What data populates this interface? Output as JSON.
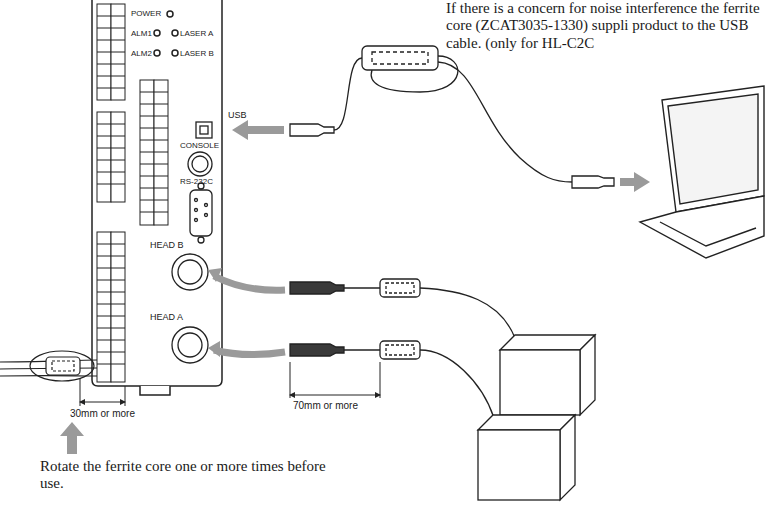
{
  "diagram": {
    "labels": [
      "POWER",
      "ALM1",
      "LASER A",
      "ALM2",
      "LASER B",
      "USB",
      "CONSOLE",
      "RS-232C",
      "HEAD B",
      "HEAD A",
      "If there is a concern for noise interference the ferrite core (ZCAT3035-1330) suppli product to the USB cable. (only for HL-C2C",
      "30mm or more",
      "70mm or more",
      "Rotate the ferrite core one or more times before use."
    ]
  }
}
